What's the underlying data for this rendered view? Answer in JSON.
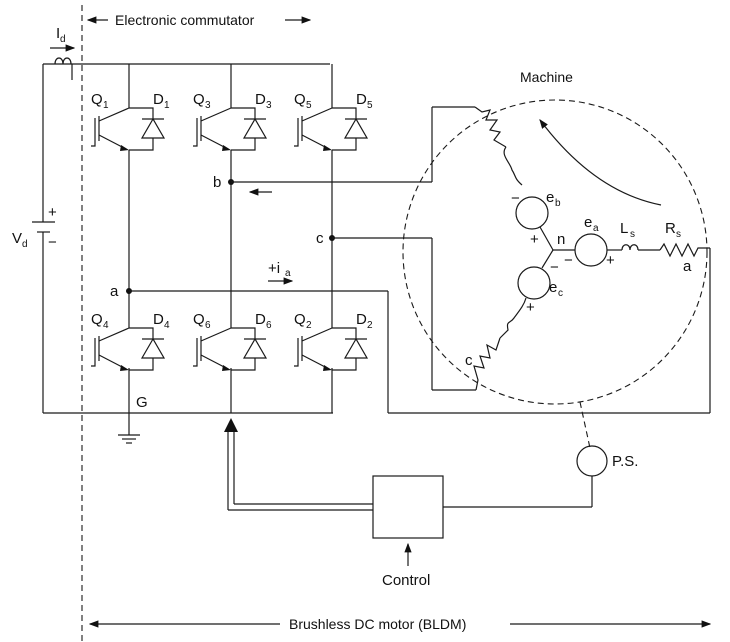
{
  "diagram": {
    "title_commutator": "Electronic commutator",
    "title_machine": "Machine",
    "title_bldm": "Brushless DC motor (BLDM)",
    "control_label": "Control",
    "position_sensor_label": "P.S.",
    "supply": {
      "voltage_label": "V",
      "voltage_sub": "d",
      "current_label": "I",
      "current_sub": "d",
      "plus": "+",
      "minus": "−",
      "ground_label": "G"
    },
    "switches": [
      {
        "q": "Q",
        "q_sub": "1",
        "d": "D",
        "d_sub": "1"
      },
      {
        "q": "Q",
        "q_sub": "3",
        "d": "D",
        "d_sub": "3"
      },
      {
        "q": "Q",
        "q_sub": "5",
        "d": "D",
        "d_sub": "5"
      },
      {
        "q": "Q",
        "q_sub": "4",
        "d": "D",
        "d_sub": "4"
      },
      {
        "q": "Q",
        "q_sub": "6",
        "d": "D",
        "d_sub": "6"
      },
      {
        "q": "Q",
        "q_sub": "2",
        "d": "D",
        "d_sub": "2"
      }
    ],
    "nodes": {
      "a": "a",
      "b": "b",
      "c": "c",
      "n": "n"
    },
    "current_ia": {
      "label": "+i",
      "sub": "a"
    },
    "emfs": [
      {
        "label": "e",
        "sub": "a",
        "plus": "+",
        "minus": "−"
      },
      {
        "label": "e",
        "sub": "b",
        "plus": "+",
        "minus": "−"
      },
      {
        "label": "e",
        "sub": "c",
        "plus": "+",
        "minus": "−"
      }
    ],
    "inductance": {
      "label": "L",
      "sub": "s"
    },
    "resistance": {
      "label": "R",
      "sub": "s"
    }
  }
}
